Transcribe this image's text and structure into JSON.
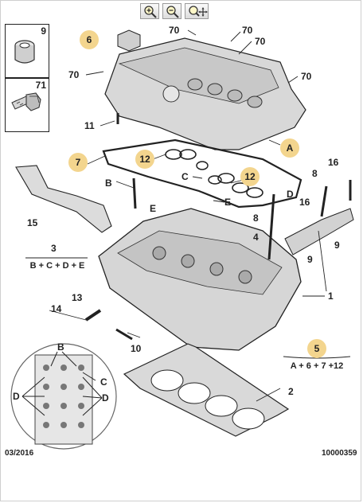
{
  "toolbar": {
    "zoom_in_icon": "zoom-in-icon",
    "zoom_out_icon": "zoom-out-icon",
    "zoom_pan_icon": "zoom-pan-icon"
  },
  "insets": {
    "top": "9",
    "bottom": "71"
  },
  "callouts": {
    "c1": "1",
    "c2": "2",
    "c3": "3",
    "c5": "5",
    "c6": "6",
    "c7": "7",
    "c8": "8",
    "c9a": "9",
    "c9b": "9",
    "c10": "10",
    "c11": "11",
    "c12a": "12",
    "c12b": "12",
    "c13": "13",
    "c14": "14",
    "c15": "15",
    "c16a": "16",
    "c16b": "16",
    "c70a": "70",
    "c70b": "70",
    "c70c": "70",
    "c70d": "70",
    "c70e": "70",
    "A": "A",
    "B": "B",
    "B2": "B",
    "C": "C",
    "C2": "C",
    "D": "D",
    "D2": "D",
    "D3": "D",
    "E": "E",
    "E2": "E",
    "c4": "4",
    "c8b": "8"
  },
  "formulas": {
    "left": "B + C + D + E",
    "right": "A + 6 + 7 +12"
  },
  "footer": {
    "date": "03/2016",
    "ref": "10000359"
  },
  "colors": {
    "badge": "#f3d58e",
    "line": "#222222",
    "part_fill": "#d8d8d8"
  }
}
